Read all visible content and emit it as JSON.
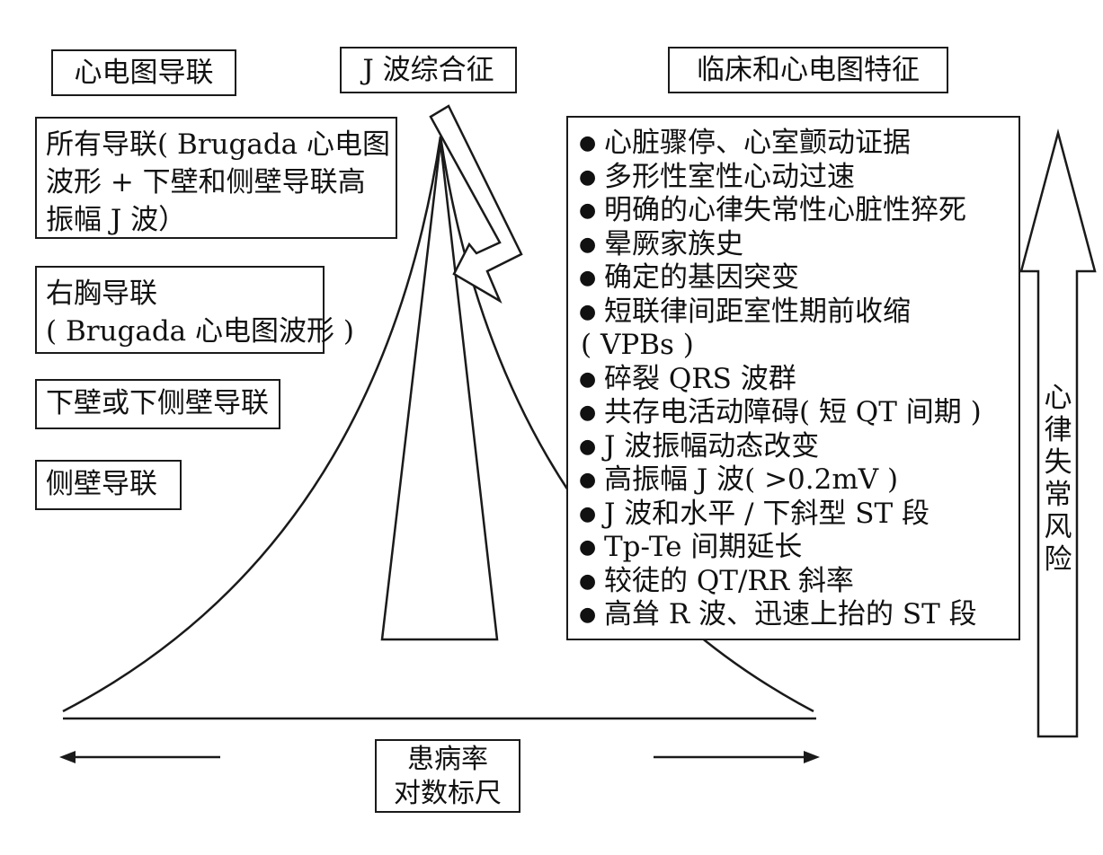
{
  "headers": {
    "leads": "心电图导联",
    "syndrome": "J 波综合征",
    "features": "临床和心电图特征"
  },
  "lead_boxes": [
    {
      "lines": [
        "所有导联( Brugada 心电图",
        "波形 + 下壁和侧壁导联高",
        "振幅 J 波）"
      ]
    },
    {
      "lines": [
        "右胸导联",
        "( Brugada 心电图波形 )"
      ]
    },
    {
      "lines": [
        "下壁或下侧壁导联"
      ]
    },
    {
      "lines": [
        "侧壁导联"
      ]
    }
  ],
  "features": [
    {
      "text": "心脏骤停、心室颤动证据",
      "bullet": true
    },
    {
      "text": "多形性室性心动过速",
      "bullet": true
    },
    {
      "text": "明确的心律失常性心脏性猝死",
      "bullet": true
    },
    {
      "text": "晕厥家族史",
      "bullet": true
    },
    {
      "text": "确定的基因突变",
      "bullet": true
    },
    {
      "text": "短联律间距室性期前收缩",
      "bullet": true
    },
    {
      "text": "( VPBs )",
      "bullet": false
    },
    {
      "text": "碎裂 QRS 波群",
      "bullet": true
    },
    {
      "text": "共存电活动障碍( 短 QT 间期 )",
      "bullet": true
    },
    {
      "text": "J 波振幅动态改变",
      "bullet": true
    },
    {
      "text": "高振幅 J 波( >0.2mV )",
      "bullet": true
    },
    {
      "text": "J 波和水平 / 下斜型 ST 段",
      "bullet": true
    },
    {
      "text": "Tp-Te 间期延长",
      "bullet": true
    },
    {
      "text": "较徒的 QT/RR 斜率",
      "bullet": true
    },
    {
      "text": "高耸 R 波、迅速上抬的 ST 段",
      "bullet": true
    }
  ],
  "bullet_glyph": "●",
  "risk_label": [
    "心",
    "律",
    "失",
    "常",
    "风",
    "险"
  ],
  "scale_label": [
    "患病率",
    "对数标尺"
  ]
}
